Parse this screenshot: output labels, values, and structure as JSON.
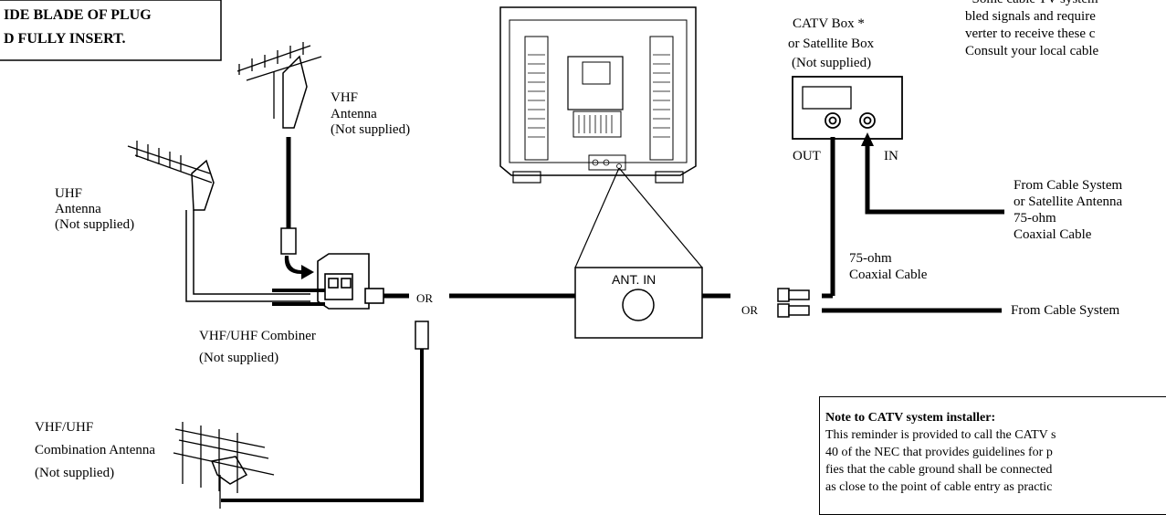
{
  "warning": {
    "line1": "IDE BLADE OF PLUG",
    "line2": "D FULLY INSERT."
  },
  "labels": {
    "vhf_antenna": [
      "VHF",
      "Antenna",
      "(Not supplied)"
    ],
    "uhf_antenna": [
      "UHF",
      "Antenna",
      "(Not supplied)"
    ],
    "combiner": [
      "VHF/UHF Combiner",
      "(Not supplied)"
    ],
    "combo_antenna": [
      "VHF/UHF",
      "Combination Antenna",
      "(Not supplied)"
    ],
    "catv_box": [
      "CATV Box *",
      "or Satellite Box",
      "(Not supplied)"
    ],
    "out": "OUT",
    "in": "IN",
    "from_cable_sat": [
      "From Cable System",
      "or Satellite Antenna",
      "75-ohm",
      "Coaxial Cable"
    ],
    "coax_75": [
      "75-ohm",
      "Coaxial Cable"
    ],
    "from_cable": "From Cable System",
    "or_left": "OR",
    "or_right": "OR",
    "ant_in": "ANT. IN"
  },
  "scrambled_note": [
    "*Some cable TV system",
    "bled signals and require",
    "verter to receive these c",
    "Consult your local cable"
  ],
  "installer_note": {
    "title": "Note to CATV system installer:",
    "lines": [
      "This reminder is provided to call the CATV s",
      "40 of the NEC that provides guidelines for p",
      "fies that the cable ground shall be connected",
      "as close to the point of cable entry as practic"
    ]
  }
}
